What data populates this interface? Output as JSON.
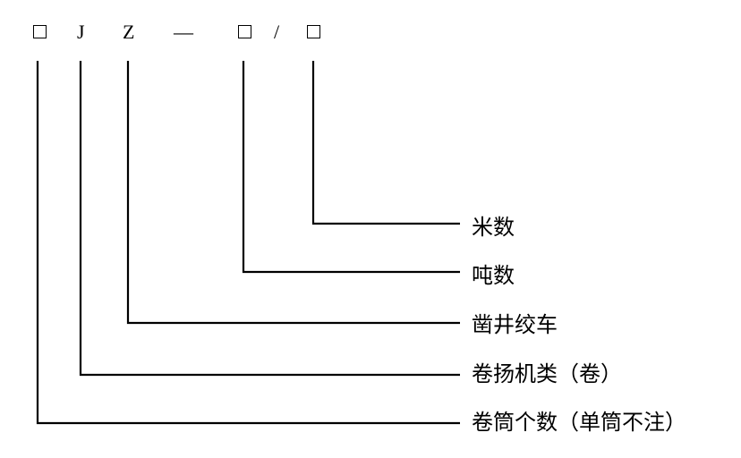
{
  "code": {
    "box1": "□",
    "letter_j": "J",
    "letter_z": "Z",
    "dash": "—",
    "box2": "□",
    "slash": "/",
    "box3": "□"
  },
  "labels": [
    {
      "text": "米数",
      "target": "box3"
    },
    {
      "text": "吨数",
      "target": "box2"
    },
    {
      "text": "凿井绞车",
      "target": "letter_z"
    },
    {
      "text": "卷扬机类（卷）",
      "target": "letter_j"
    },
    {
      "text": "卷筒个数（单筒不注）",
      "target": "box1"
    }
  ],
  "colors": {
    "line": "#000000",
    "text": "#000000",
    "background": "#ffffff"
  }
}
